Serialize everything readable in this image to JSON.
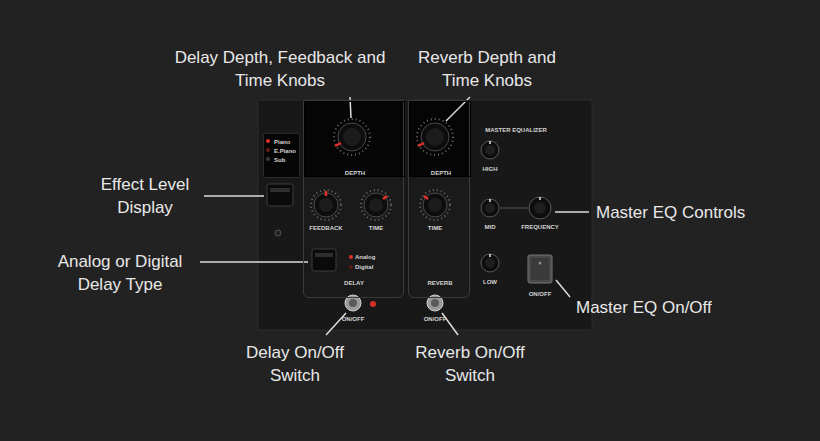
{
  "diagram": {
    "nodes": [
      {
        "text": [
          "Piano",
          "E.Piano",
          "Sub"
        ]
      },
      {
        "text": [
          "DELAY"
        ]
      },
      {
        "text": [
          "DEPTH"
        ],
        "in": 1
      },
      {
        "text": [
          "REVERB"
        ]
      },
      {
        "text": [
          "DEPTH"
        ],
        "in": 3
      }
    ],
    "labels": [
      "Delay Depth, Feedback and Time Knobs",
      "Reverb Depth and Time Knobs",
      "Effect Level Display",
      "Master EQ Controls",
      "Analog or Digital Delay Type",
      "Master EQ On/Off",
      "Delay On/Off Switch",
      "Reverb On/Off Switch",
      "FEEDBACK",
      "TIME",
      "Analog",
      "Digital",
      "ON/OFF",
      "TIME",
      "ON/OFF",
      "MASTER EQUALIZER",
      "HIGH",
      "MID",
      "FREQUENCY",
      "LOW",
      "ON/OFF"
    ]
  }
}
